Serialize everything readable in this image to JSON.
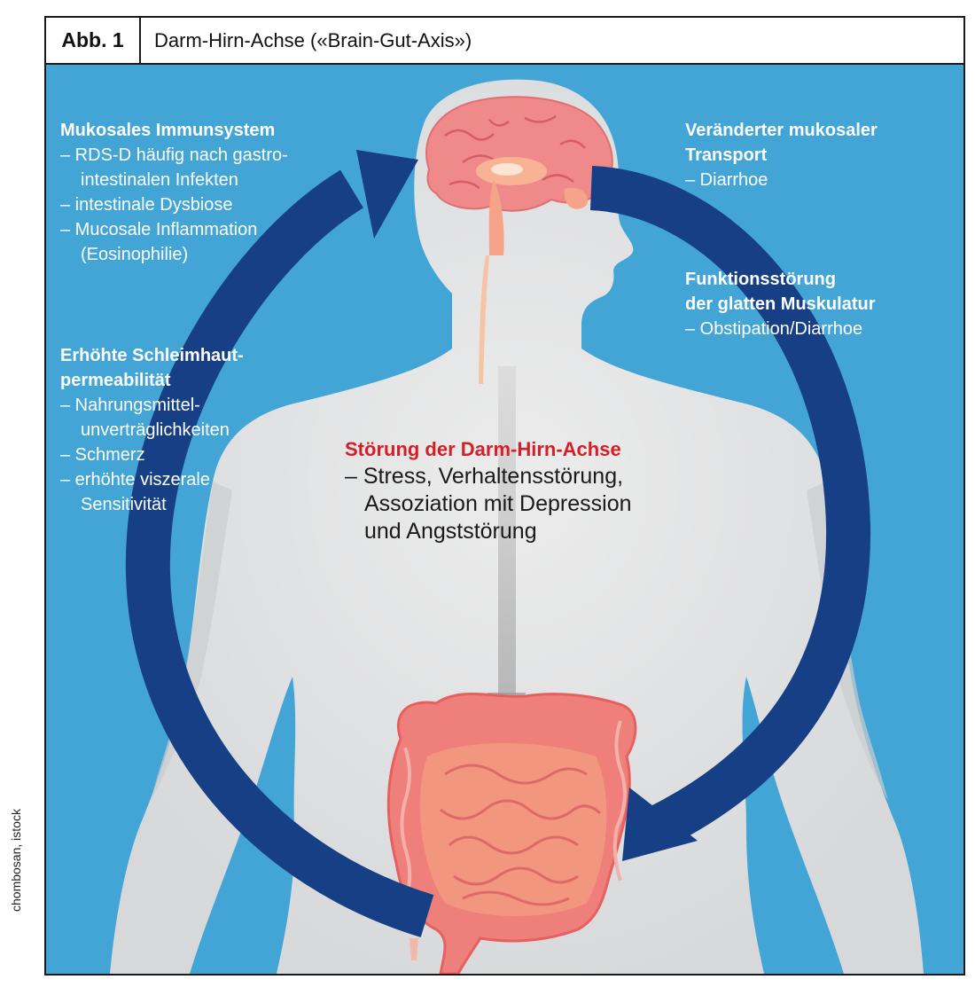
{
  "header": {
    "label": "Abb. 1",
    "title": "Darm-Hirn-Achse («Brain-Gut-Axis»)"
  },
  "blocks": {
    "immun": {
      "heading": "Mukosales Immunsystem",
      "items": [
        "– RDS-D häufig nach gastro-",
        "intestinalen Infekten",
        "– intestinale Dysbiose",
        "– Mucosale Inflammation",
        "(Eosinophilie)"
      ]
    },
    "permeab": {
      "heading1": "Erhöhte Schleimhaut-",
      "heading2": "permeabilität",
      "items": [
        "– Nahrungsmittel-",
        "unverträglichkeiten",
        "– Schmerz",
        "– erhöhte viszerale",
        "Sensitivität"
      ]
    },
    "transport": {
      "heading1": "Veränderter mukosaler",
      "heading2": "Transport",
      "items": [
        "– Diarrhoe"
      ]
    },
    "muskel": {
      "heading1": "Funktionsstörung",
      "heading2": "der glatten Muskulatur",
      "items": [
        "– Obstipation/Diarrhoe"
      ]
    },
    "center": {
      "heading": "Störung der Darm-Hirn-Achse",
      "items": [
        "– Stress, Verhaltensstörung,",
        "Assoziation mit Depression",
        "und Angststörung"
      ]
    }
  },
  "credit": "chombosan, istock",
  "colors": {
    "background": "#42a5d6",
    "body": "#e3e4e5",
    "arrow": "#173f86",
    "brain": "#f08a8a",
    "intestine": "#ef7f7a",
    "accent_text": "#d51f26"
  }
}
